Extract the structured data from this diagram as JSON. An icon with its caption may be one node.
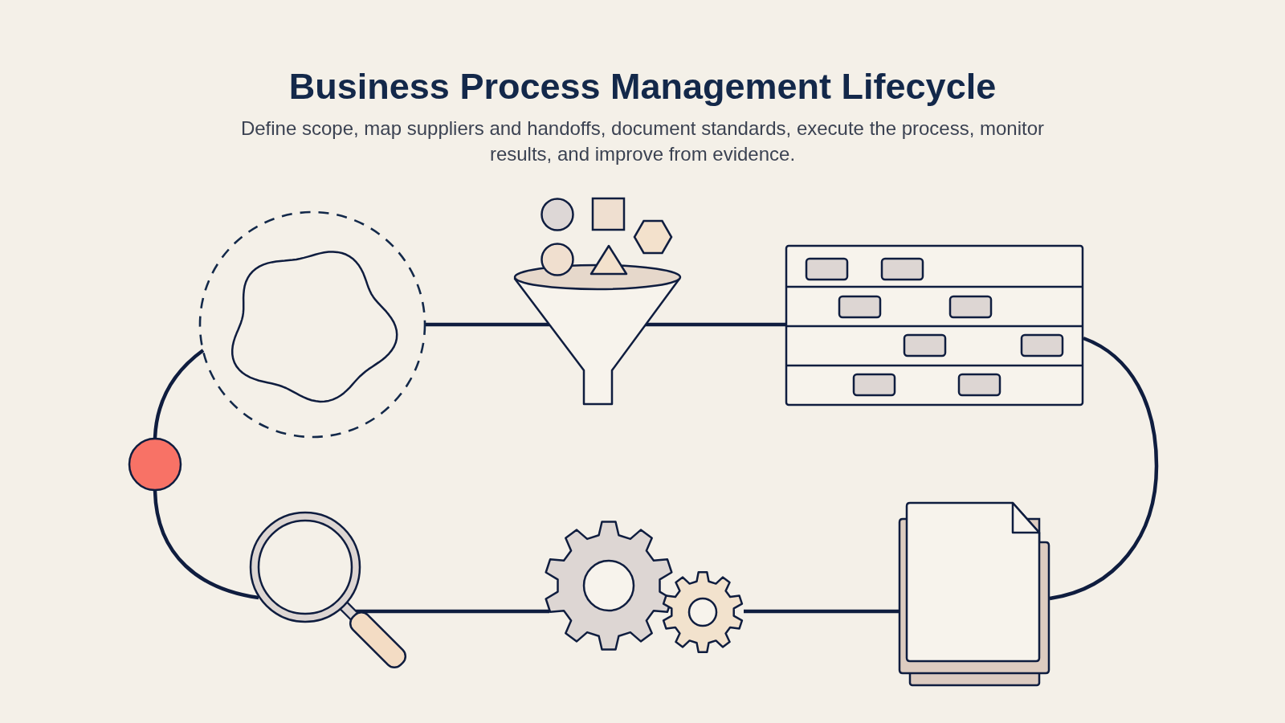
{
  "diagram": {
    "title": "Business Process Management Lifecycle",
    "caption": "Define scope, map suppliers and handoffs, document standards, execute the process, monitor results, and improve from evidence.",
    "nodes": [
      {
        "text": [],
        "shape": "picture"
      },
      {
        "text": [],
        "shape": "picture"
      },
      {
        "text": [],
        "shape": "picture"
      },
      {
        "text": [],
        "shape": "circle"
      },
      {
        "text": [],
        "shape": "picture"
      },
      {
        "text": [],
        "shape": "picture"
      },
      {
        "text": [],
        "shape": "document"
      }
    ],
    "edges": [
      {
        "from": 0,
        "to": 1,
        "arrow": "none"
      },
      {
        "from": 1,
        "to": 2,
        "arrow": "none"
      },
      {
        "from": 2,
        "to": 6,
        "arrow": "none"
      },
      {
        "from": 6,
        "to": 5,
        "arrow": "none"
      },
      {
        "from": 5,
        "to": 4,
        "arrow": "none"
      },
      {
        "from": 4,
        "to": 3,
        "arrow": "none"
      },
      {
        "from": 3,
        "to": 0,
        "arrow": "none"
      }
    ]
  }
}
